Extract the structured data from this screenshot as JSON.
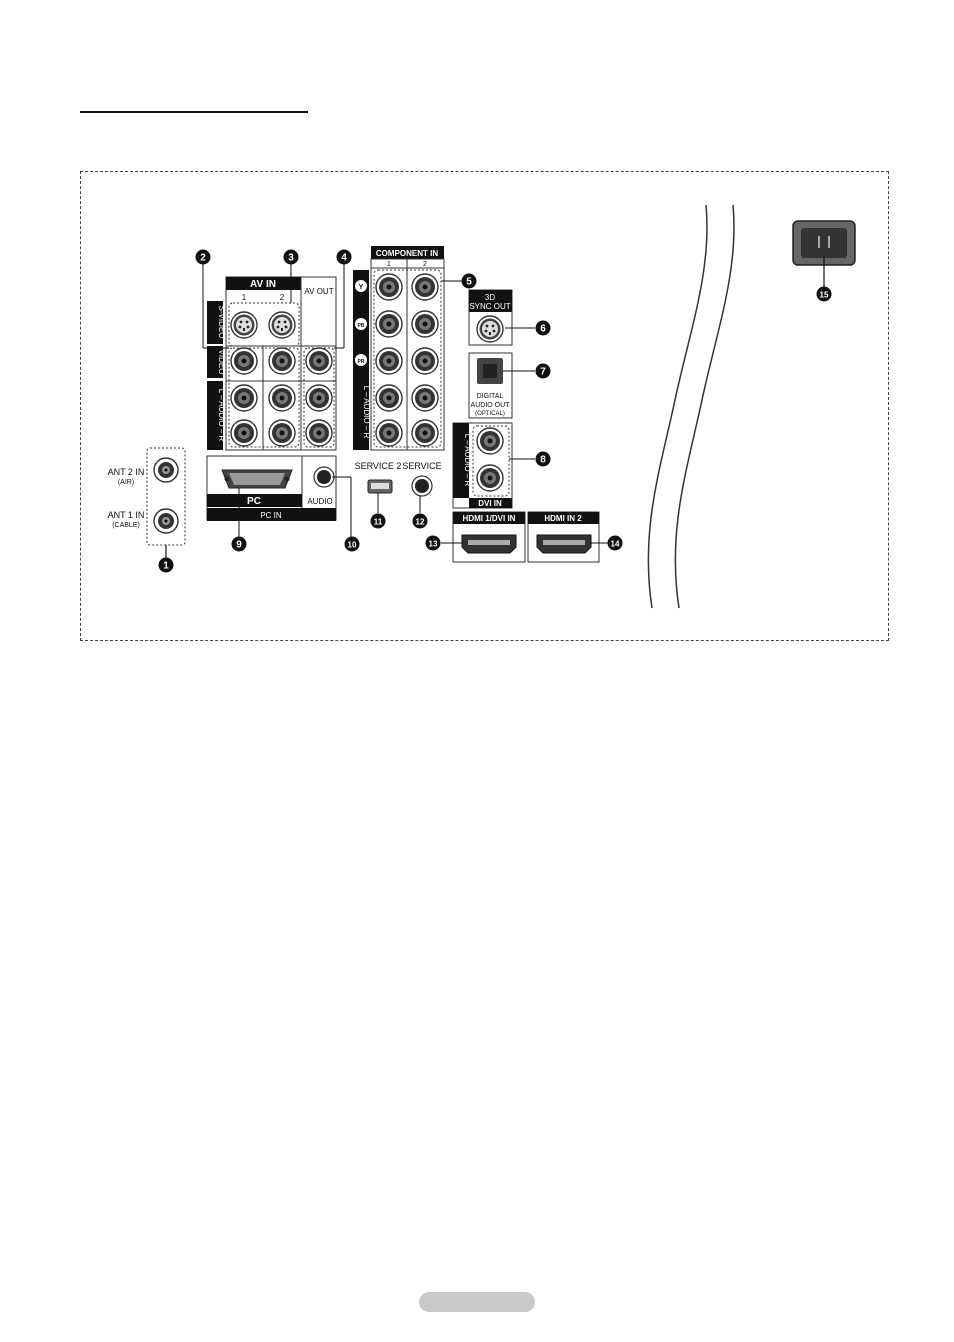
{
  "panel": {
    "av_in": "AV IN",
    "av_in_1": "1",
    "av_in_2": "2",
    "av_out": "AV OUT",
    "s_video": "S-VIDEO",
    "video": "VIDEO",
    "audio_lr": "L – AUDIO – R",
    "component_in": "COMPONENT IN",
    "component_1": "1",
    "component_2": "2",
    "comp_y": "Y",
    "comp_pb": "PB",
    "comp_pr": "PR",
    "sync_out_1": "3D",
    "sync_out_2": "SYNC OUT",
    "digital_1": "DIGITAL",
    "digital_2": "AUDIO OUT",
    "digital_3": "(OPTICAL)",
    "dvi_audio": "L – AUDIO – R",
    "dvi_in": "DVI IN",
    "ant2_1": "ANT 2 IN",
    "ant2_2": "(AIR)",
    "ant1_1": "ANT 1 IN",
    "ant1_2": "(CABLE)",
    "pc": "PC",
    "pc_audio": "AUDIO",
    "pc_in": "PC IN",
    "service2": "SERVICE 2",
    "service": "SERVICE",
    "hdmi1": "HDMI 1/DVI IN",
    "hdmi2": "HDMI IN 2"
  },
  "callouts": [
    "1",
    "2",
    "3",
    "4",
    "5",
    "6",
    "7",
    "8",
    "9",
    "10",
    "11",
    "12",
    "13",
    "14",
    "15"
  ]
}
